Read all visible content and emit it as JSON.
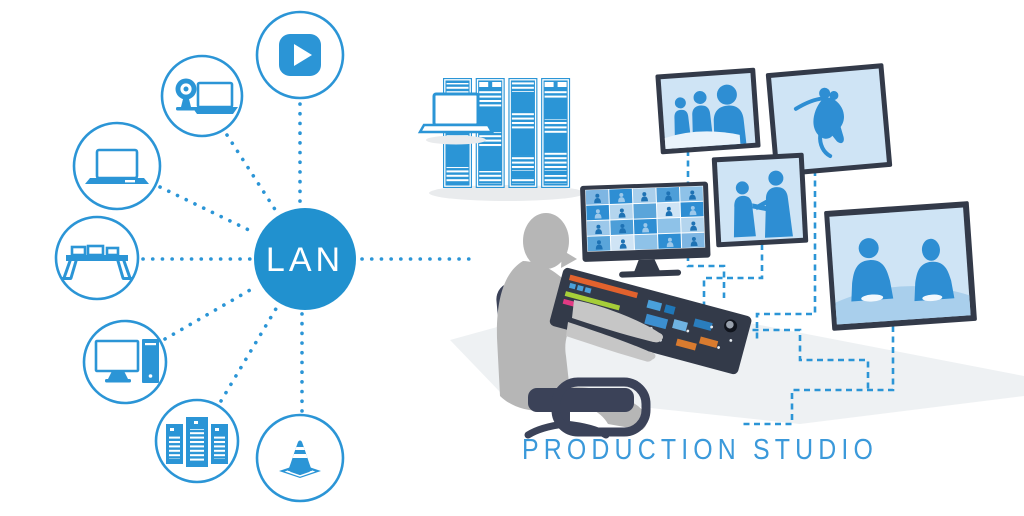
{
  "hub": {
    "label": "LAN"
  },
  "caption": "PRODUCTION STUDIO",
  "devices": [
    {
      "name": "media-player",
      "icon": "play-icon"
    },
    {
      "name": "webcam-workstation",
      "icon": "webcam-laptop-icon"
    },
    {
      "name": "laptop",
      "icon": "laptop-icon"
    },
    {
      "name": "av-equipment-table",
      "icon": "equipment-table-icon"
    },
    {
      "name": "desktop-computer",
      "icon": "desktop-pc-icon"
    },
    {
      "name": "server-cluster",
      "icon": "server-rack-icon"
    },
    {
      "name": "media-streamer",
      "icon": "traffic-cone-icon"
    }
  ],
  "studio": {
    "screens": [
      {
        "name": "wall-screen-interview",
        "scene": "interview-panel"
      },
      {
        "name": "wall-screen-dancer",
        "scene": "dance-performance"
      },
      {
        "name": "wall-screen-conversation",
        "scene": "two-person-conversation"
      },
      {
        "name": "wall-screen-news-desk",
        "scene": "news-anchors-desk"
      }
    ],
    "equipment": [
      "server-rack-wall",
      "rack-laptop",
      "multiviewer-monitor",
      "video-switcher-console",
      "operator",
      "operator-chair"
    ]
  },
  "colors": {
    "primary": "#2b95d6",
    "hub": "#2191cf",
    "navy": "#333a49",
    "chair": "#3b4258",
    "person": "#b6b6b6",
    "arm": "#c6c6c6",
    "screenbg": "#cfe4f5",
    "sil": "#2e8ed3",
    "lightblue": "#a9cfec",
    "caption": "#3b99da",
    "floor": "#eef1f3"
  }
}
